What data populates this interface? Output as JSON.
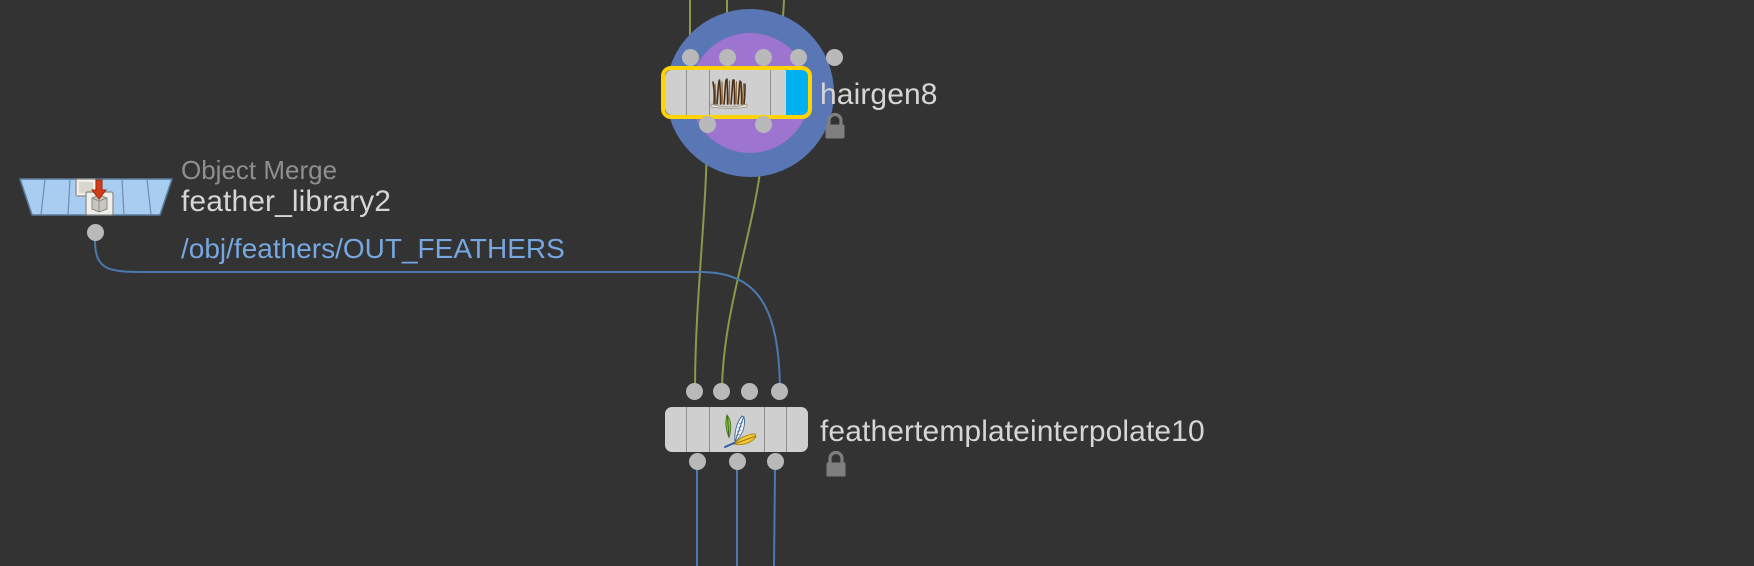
{
  "editor": {
    "name": "houdini-network-editor",
    "background_color": "#333333"
  },
  "colors": {
    "background": "#333333",
    "node_body": "#cfcfcf",
    "node_divider": "#8e8e8e",
    "connector": "#b9b9b9",
    "selection_outline": "#ffd400",
    "display_flag_cyan": "#00b0f0",
    "halo_outer_blue": "#5a77b5",
    "halo_inner_purple": "#9d74cf",
    "node_label_text": "#d6d6d6",
    "node_type_text": "#8f8f8f",
    "path_link_text": "#76a7e0",
    "wire_data": "#8a9a4a",
    "wire_reference": "#4a7ab0",
    "objmerge_node_fill": "#a8cdf0",
    "lock_badge": "#7f7f7f"
  },
  "nodes": [
    {
      "id": "hairgen8",
      "name": "hairgen8",
      "type_label": "",
      "icon": "hair-tuft-icon",
      "selected": true,
      "locked": true,
      "display_flag": true,
      "render_flag": true,
      "input_count": 5,
      "output_count": 2
    },
    {
      "id": "feather_library2",
      "name": "feather_library2",
      "type_label": "Object Merge",
      "icon": "object-merge-icon",
      "path": "/obj/feathers/OUT_FEATHERS",
      "selected": false,
      "locked": false,
      "shape": "trapezoid",
      "input_count": 0,
      "output_count": 1
    },
    {
      "id": "feathertemplateinterpolate10",
      "name": "feathertemplateinterpolate10",
      "type_label": "",
      "icon": "feather-icon",
      "selected": false,
      "locked": true,
      "input_count": 4,
      "output_count": 3
    }
  ],
  "wires": [
    {
      "id": "wire-top-1",
      "kind": "data",
      "color": "#8a9a4a"
    },
    {
      "id": "wire-top-2",
      "kind": "data",
      "color": "#8a9a4a"
    },
    {
      "id": "wire-top-3",
      "kind": "data",
      "color": "#8a9a4a"
    },
    {
      "id": "wire-hairgen-out-1",
      "kind": "data",
      "color": "#8a9a4a"
    },
    {
      "id": "wire-hairgen-out-2",
      "kind": "data",
      "color": "#8a9a4a"
    },
    {
      "id": "wire-feather-library-to-interpolate",
      "kind": "reference",
      "color": "#4a7ab0"
    },
    {
      "id": "wire-bottom-out-1",
      "kind": "reference",
      "color": "#4a7ab0"
    },
    {
      "id": "wire-bottom-out-2",
      "kind": "reference",
      "color": "#4a7ab0"
    },
    {
      "id": "wire-bottom-out-3",
      "kind": "reference",
      "color": "#4a7ab0"
    }
  ]
}
